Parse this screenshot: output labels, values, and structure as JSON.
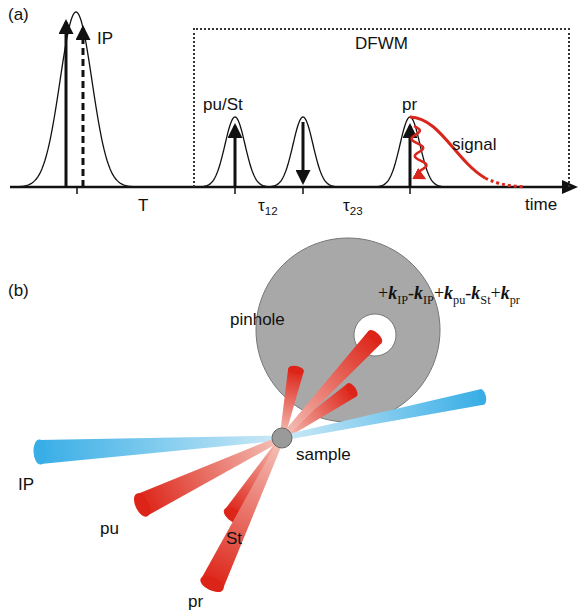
{
  "diagram": {
    "nodes": [
      {
        "text": [
          "DFWM"
        ]
      }
    ],
    "labels": [
      "(a)",
      "IP",
      "pu/St",
      "pr",
      "signal",
      "T",
      "τ12",
      "τ23",
      "time",
      "(b)",
      "pinhole",
      "+kIP-kIP+kpu-kSt+kpr",
      "sample",
      "IP",
      "pu",
      "St",
      "pr"
    ]
  }
}
